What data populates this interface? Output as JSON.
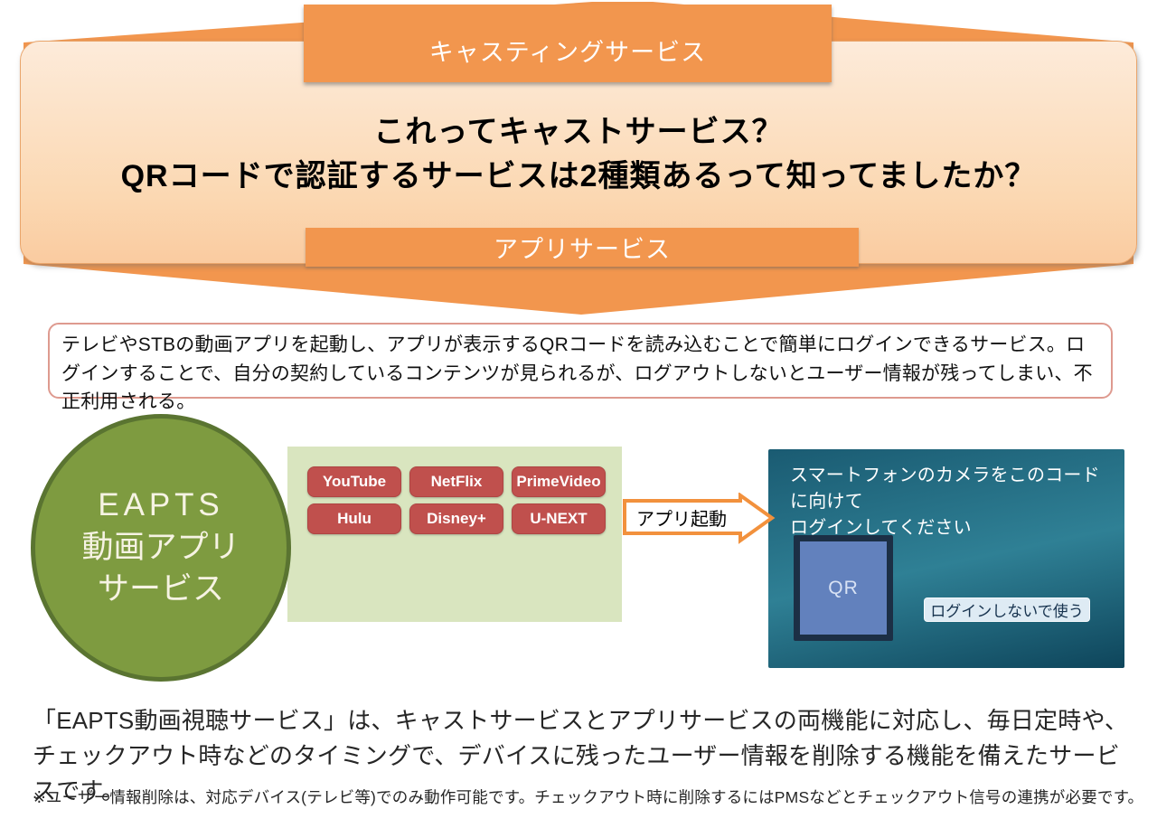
{
  "banner": {
    "top_arrow_label": "キャスティングサービス",
    "bottom_arrow_label": "アプリサービス",
    "title_line1": "これってキャストサービス？",
    "title_line2": "QRコードで認証するサービスは2種類あるって知ってましたか？"
  },
  "description_box": {
    "text": "テレビやSTBの動画アプリを起動し、アプリが表示するQRコードを読み込むことで簡単にログインできるサービス。ログインすることで、自分の契約しているコンテンツが見られるが、ログアウトしないとユーザー情報が残ってしまい、不正利用される。"
  },
  "diagram": {
    "service_circle": {
      "line1": "EAPTS",
      "line2": "動画アプリ",
      "line3": "サービス"
    },
    "app_panel": {
      "apps": [
        "YouTube",
        "NetFlix",
        "PrimeVideo",
        "Hulu",
        "Disney+",
        "U-NEXT"
      ]
    },
    "launch_arrow_label": "アプリ起動",
    "tv_screen": {
      "instruction_line1": "スマートフォンのカメラをこのコードに向けて",
      "instruction_line2": "ログインしてください",
      "qr_label": "QR",
      "skip_button_label": "ログインしないで使う"
    }
  },
  "footer": {
    "summary": "「EAPTS動画視聴サービス」は、キャストサービスとアプリサービスの両機能に対応し、毎日定時や、チェックアウト時などのタイミングで、デバイスに残ったユーザー情報を削除する機能を備えたサービスです。",
    "note": "※ユーザー情報削除は、対応デバイス(テレビ等)でのみ動作可能です。チェックアウト時に削除するにはPMSなどとチェックアウト信号の連携が必要です。"
  },
  "colors": {
    "arrow_orange": "#F2964E",
    "box_gradient_top": "#FDEBDA",
    "box_gradient_bottom": "#FACBA0",
    "desc_border": "#DE9A8F",
    "circle_green": "#7E9B40",
    "circle_border": "#5A7431",
    "panel_green": "#D9E5BF",
    "app_button_red": "#C0504D",
    "screen_teal_dark": "#0E455B",
    "screen_teal_light": "#2F8095",
    "qr_fill": "#6281BD",
    "qr_border": "#1C2F45",
    "skip_button_bg": "#DEEBF4"
  }
}
